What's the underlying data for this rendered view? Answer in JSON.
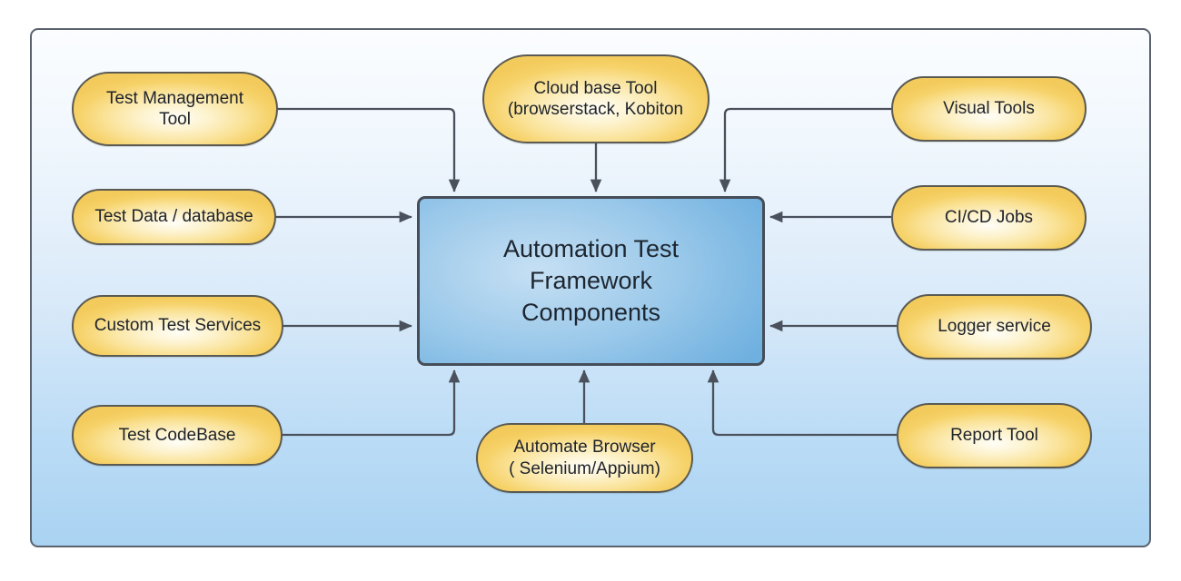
{
  "diagram": {
    "title": "Automation Test Framework Components",
    "type": "block-diagram",
    "colors": {
      "container_border": "#5b626e",
      "container_bg_top": "#fbfdff",
      "container_bg_bottom": "#a9d3f2",
      "pill_border": "#5a5a53",
      "pill_fill_center": "#fffef7",
      "pill_fill_edge": "#f3cb5c",
      "center_border": "#454d58",
      "center_fill_light": "#c6e0f4",
      "center_fill_edge": "#6fb0e0",
      "connector": "#4a515c",
      "text": "#20242b"
    },
    "center": {
      "label": "Automation Test\nFramework\nComponents"
    },
    "left_nodes": [
      {
        "id": "test-management-tool",
        "label": "Test Management\nTool"
      },
      {
        "id": "test-data-database",
        "label": "Test Data / database"
      },
      {
        "id": "custom-test-services",
        "label": "Custom Test Services"
      },
      {
        "id": "test-codebase",
        "label": "Test CodeBase"
      }
    ],
    "top_nodes": [
      {
        "id": "cloud-base-tool",
        "label": "Cloud base Tool\n(browserstack, Kobiton"
      }
    ],
    "bottom_nodes": [
      {
        "id": "automate-browser",
        "label": "Automate Browser\n( Selenium/Appium)"
      }
    ],
    "right_nodes": [
      {
        "id": "visual-tools",
        "label": "Visual Tools"
      },
      {
        "id": "cicd-jobs",
        "label": "CI/CD Jobs"
      },
      {
        "id": "logger-service",
        "label": "Logger service"
      },
      {
        "id": "report-tool",
        "label": "Report Tool"
      }
    ],
    "connections": [
      {
        "from": "test-management-tool",
        "to": "center",
        "style": "elbow",
        "target_side": "top"
      },
      {
        "from": "test-data-database",
        "to": "center",
        "style": "straight",
        "target_side": "left"
      },
      {
        "from": "custom-test-services",
        "to": "center",
        "style": "straight",
        "target_side": "left"
      },
      {
        "from": "test-codebase",
        "to": "center",
        "style": "elbow",
        "target_side": "bottom"
      },
      {
        "from": "cloud-base-tool",
        "to": "center",
        "style": "straight",
        "target_side": "top"
      },
      {
        "from": "automate-browser",
        "to": "center",
        "style": "straight",
        "target_side": "bottom"
      },
      {
        "from": "visual-tools",
        "to": "center",
        "style": "elbow",
        "target_side": "top"
      },
      {
        "from": "cicd-jobs",
        "to": "center",
        "style": "straight",
        "target_side": "right"
      },
      {
        "from": "logger-service",
        "to": "center",
        "style": "straight",
        "target_side": "right"
      },
      {
        "from": "report-tool",
        "to": "center",
        "style": "elbow",
        "target_side": "bottom"
      }
    ]
  }
}
